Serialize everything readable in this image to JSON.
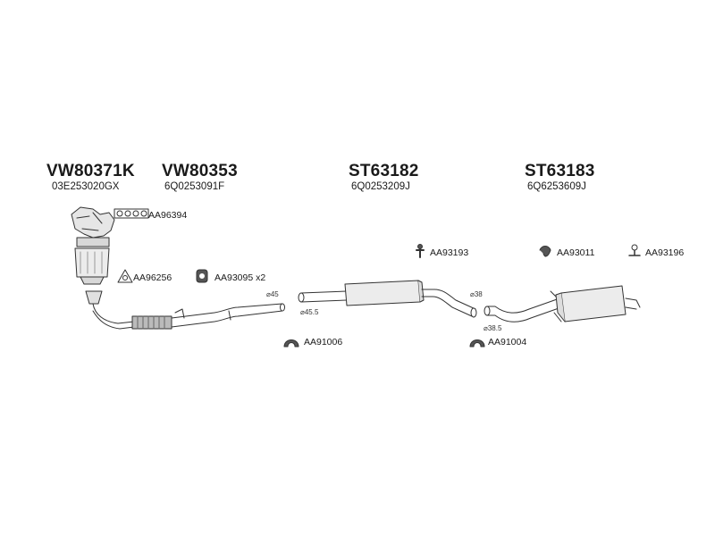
{
  "groups": [
    {
      "code": "VW80371K",
      "part": "03E253020GX"
    },
    {
      "code": "VW80353",
      "part": "6Q0253091F"
    },
    {
      "code": "ST63182",
      "part": "6Q0253209J"
    },
    {
      "code": "ST63183",
      "part": "6Q6253609J"
    }
  ],
  "parts": {
    "gasket_manifold": "AA96394",
    "gasket_cat": "AA96256",
    "hanger_pair": "AA93095 x2",
    "rubber_mid": "AA93193",
    "clamp_front": "AA91006",
    "clamp_rear": "AA91004",
    "rubber_rear_a": "AA93011",
    "rubber_rear_b": "AA93196"
  },
  "diameters": {
    "d45": "⌀45",
    "d45_5": "⌀45.5",
    "d38": "⌀38",
    "d38_5": "⌀38.5"
  }
}
